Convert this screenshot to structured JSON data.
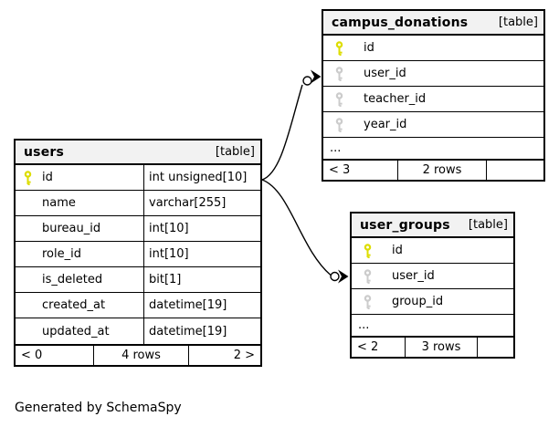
{
  "note": "Generated by SchemaSpy",
  "colors": {
    "primary_key": "#dddd00",
    "foreign_key": "#cccccc",
    "header_bg": "#f2f2f2",
    "line": "#000000"
  },
  "tables": {
    "campus_donations": {
      "name": "campus_donations",
      "badge": "[table]",
      "columns": [
        {
          "name": "id",
          "key": "primary"
        },
        {
          "name": "user_id",
          "key": "foreign"
        },
        {
          "name": "teacher_id",
          "key": "foreign"
        },
        {
          "name": "year_id",
          "key": "foreign"
        }
      ],
      "more": "...",
      "footer": {
        "left": "< 3",
        "center": "2 rows",
        "right": ""
      }
    },
    "users": {
      "name": "users",
      "badge": "[table]",
      "columns": [
        {
          "name": "id",
          "type": "int unsigned[10]",
          "key": "primary"
        },
        {
          "name": "name",
          "type": "varchar[255]"
        },
        {
          "name": "bureau_id",
          "type": "int[10]"
        },
        {
          "name": "role_id",
          "type": "int[10]"
        },
        {
          "name": "is_deleted",
          "type": "bit[1]"
        },
        {
          "name": "created_at",
          "type": "datetime[19]"
        },
        {
          "name": "updated_at",
          "type": "datetime[19]"
        }
      ],
      "footer": {
        "left": "< 0",
        "center": "4 rows",
        "right": "2 >"
      }
    },
    "user_groups": {
      "name": "user_groups",
      "badge": "[table]",
      "columns": [
        {
          "name": "id",
          "key": "primary"
        },
        {
          "name": "user_id",
          "key": "foreign"
        },
        {
          "name": "group_id",
          "key": "foreign"
        }
      ],
      "more": "...",
      "footer": {
        "left": "< 2",
        "center": "3 rows",
        "right": ""
      }
    }
  },
  "relationships": [
    {
      "from": "users.id",
      "to": "campus_donations.user_id",
      "marker": "open-circle-arrow"
    },
    {
      "from": "users.id",
      "to": "user_groups.user_id",
      "marker": "open-circle-arrow"
    }
  ]
}
